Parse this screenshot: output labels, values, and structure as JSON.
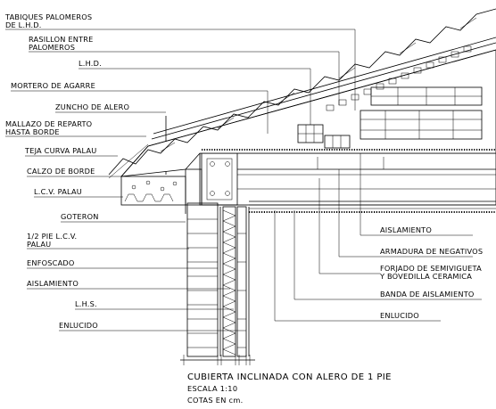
{
  "left_labels": [
    {
      "line1": "TABIQUES PALOMEROS",
      "line2": "DE L.H.D."
    },
    {
      "line1": "RASILLON ENTRE",
      "line2": "PALOMEROS"
    },
    {
      "line1": "L.H.D.",
      "line2": ""
    },
    {
      "line1": "MORTERO DE AGARRE",
      "line2": ""
    },
    {
      "line1": "ZUNCHO DE ALERO",
      "line2": ""
    },
    {
      "line1": "MALLAZO DE REPARTO",
      "line2": "HASTA BORDE"
    },
    {
      "line1": "TEJA CURVA PALAU",
      "line2": ""
    },
    {
      "line1": "CALZO DE BORDE",
      "line2": ""
    },
    {
      "line1": "L.C.V. PALAU",
      "line2": ""
    },
    {
      "line1": "GOTERON",
      "line2": ""
    },
    {
      "line1": "1/2 PIE L.C.V.",
      "line2": "PALAU"
    },
    {
      "line1": "ENFOSCADO",
      "line2": ""
    },
    {
      "line1": "AISLAMIENTO",
      "line2": ""
    },
    {
      "line1": "L.H.S.",
      "line2": ""
    },
    {
      "line1": "ENLUCIDO",
      "line2": ""
    }
  ],
  "right_labels": [
    {
      "line1": "AISLAMIENTO",
      "line2": ""
    },
    {
      "line1": "ARMADURA DE NEGATIVOS",
      "line2": ""
    },
    {
      "line1": "FORJADO DE SEMIVIGUETA",
      "line2": "Y BOVEDILLA CERAMICA"
    },
    {
      "line1": "BANDA DE AISLAMIENTO",
      "line2": ""
    },
    {
      "line1": "ENLUCIDO",
      "line2": ""
    }
  ],
  "title": {
    "main": "CUBIERTA INCLINADA CON ALERO DE 1 PIE",
    "scale": "ESCALA 1:10",
    "units": "COTAS EN cm."
  }
}
